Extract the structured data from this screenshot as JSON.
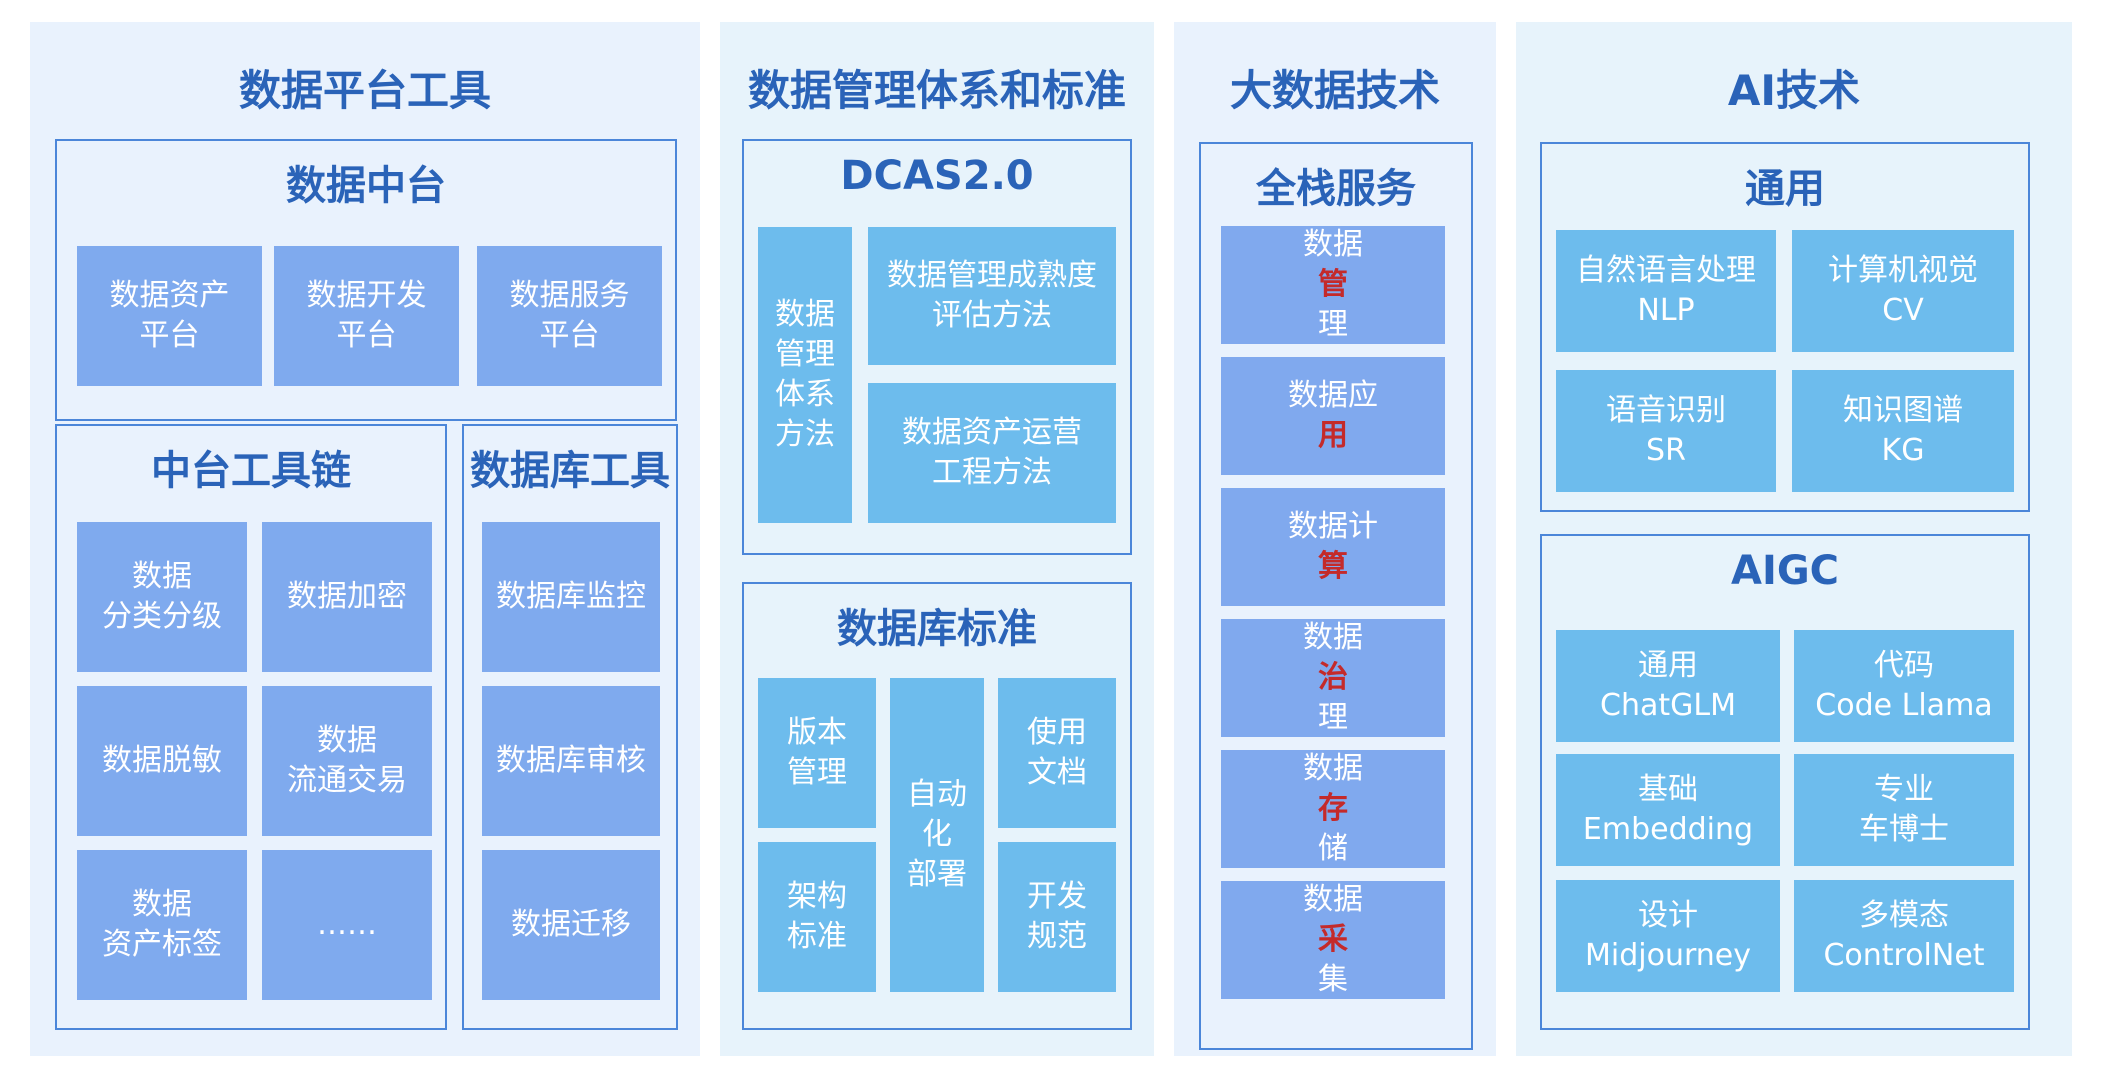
{
  "colors": {
    "accent": "#2a63b8",
    "tile_blue": "#7faaee",
    "tile_cyan": "#6dbced",
    "highlight": "#c42a2a",
    "panel_bg": "#e9f2fd"
  },
  "col1": {
    "title": "数据平台工具",
    "middle_platform": {
      "title": "数据中台",
      "tiles": [
        {
          "l1": "数据资产",
          "l2": "平台"
        },
        {
          "l1": "数据开发",
          "l2": "平台"
        },
        {
          "l1": "数据服务",
          "l2": "平台"
        }
      ]
    },
    "toolchain": {
      "title": "中台工具链",
      "tiles": [
        {
          "l1": "数据",
          "l2": "分类分级"
        },
        {
          "l1": "数据加密",
          "l2": ""
        },
        {
          "l1": "数据脱敏",
          "l2": ""
        },
        {
          "l1": "数据",
          "l2": "流通交易"
        },
        {
          "l1": "数据",
          "l2": "资产标签"
        },
        {
          "l1": "……",
          "l2": ""
        }
      ]
    },
    "db_tools": {
      "title": "数据库工具",
      "tiles": [
        "数据库监控",
        "数据库审核",
        "数据迁移"
      ]
    }
  },
  "col2": {
    "title": "数据管理体系和标准",
    "dcas": {
      "title": "DCAS2.0",
      "left_tile": [
        "数据",
        "管理",
        "体系",
        "方法"
      ],
      "right_tiles": [
        {
          "l1": "数据管理成熟度",
          "l2": "评估方法"
        },
        {
          "l1": "数据资产运营",
          "l2": "工程方法"
        }
      ]
    },
    "db_standard": {
      "title": "数据库标准",
      "tiles": {
        "version": {
          "l1": "版本",
          "l2": "管理"
        },
        "arch": {
          "l1": "架构",
          "l2": "标准"
        },
        "auto": [
          "自动",
          "化",
          "部署"
        ],
        "usage": {
          "l1": "使用",
          "l2": "文档"
        },
        "dev": {
          "l1": "开发",
          "l2": "规范"
        }
      }
    }
  },
  "col3": {
    "title": "大数据技术",
    "stack": {
      "title": "全栈服务",
      "tiles": [
        {
          "pre": "数据",
          "hl": "管",
          "post": "理"
        },
        {
          "pre": "数据应",
          "hl": "用",
          "post": ""
        },
        {
          "pre": "数据计",
          "hl": "算",
          "post": ""
        },
        {
          "pre": "数据",
          "hl": "治",
          "post": "理"
        },
        {
          "pre": "数据",
          "hl": "存",
          "post": "储"
        },
        {
          "pre": "数据",
          "hl": "采",
          "post": "集"
        }
      ]
    }
  },
  "col4": {
    "title": "AI技术",
    "general": {
      "title": "通用",
      "tiles": [
        {
          "l1": "自然语言处理",
          "l2": "NLP"
        },
        {
          "l1": "计算机视觉",
          "l2": "CV"
        },
        {
          "l1": "语音识别",
          "l2": "SR"
        },
        {
          "l1": "知识图谱",
          "l2": "KG"
        }
      ]
    },
    "aigc": {
      "title": "AIGC",
      "tiles": [
        {
          "l1": "通用",
          "l2": "ChatGLM"
        },
        {
          "l1": "代码",
          "l2": "Code Llama"
        },
        {
          "l1": "基础",
          "l2": "Embedding"
        },
        {
          "l1": "专业",
          "l2": "车博士"
        },
        {
          "l1": "设计",
          "l2": "Midjourney"
        },
        {
          "l1": "多模态",
          "l2": "ControlNet"
        }
      ]
    }
  }
}
